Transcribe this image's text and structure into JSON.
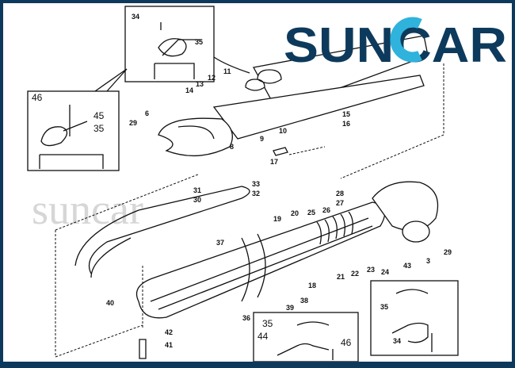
{
  "brand": {
    "logo_text": "SUNCAR",
    "watermark": "suncar",
    "navy": "#0d3a5c",
    "cyan": "#2fb3dc"
  },
  "callouts": {
    "top": [
      "34",
      "35",
      "46",
      "45",
      "35",
      "11",
      "12",
      "13",
      "14",
      "6",
      "29",
      "8",
      "9",
      "10",
      "15",
      "16",
      "17"
    ],
    "bottom": [
      "33",
      "32",
      "31",
      "30",
      "28",
      "27",
      "26",
      "25",
      "20",
      "19",
      "37",
      "29",
      "3",
      "43",
      "24",
      "23",
      "22",
      "21",
      "18",
      "40",
      "38",
      "39",
      "36",
      "35",
      "44",
      "46",
      "35",
      "42",
      "41",
      "34"
    ]
  }
}
